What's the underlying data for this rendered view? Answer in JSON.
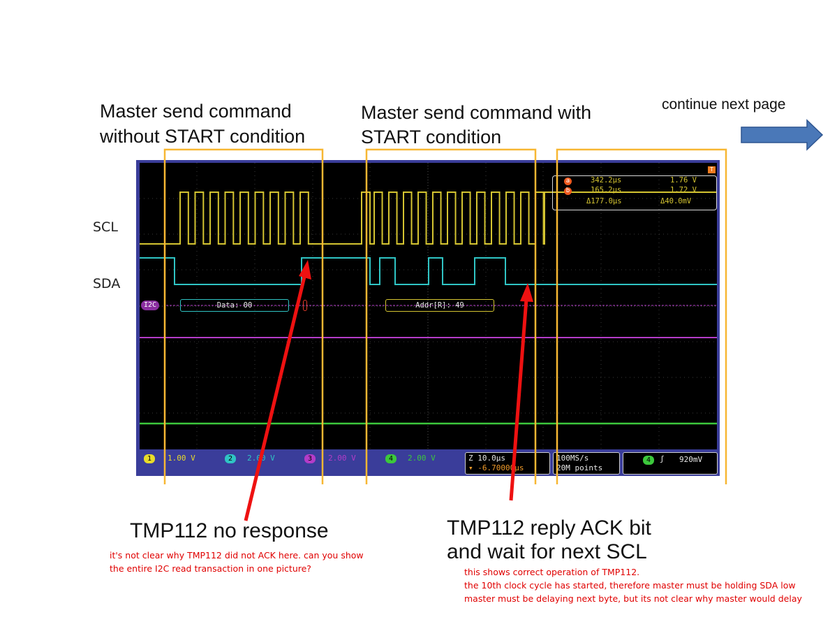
{
  "headings": {
    "left_line1": "Master send command",
    "left_line2": "without START condition",
    "mid_line1": "Master send command with",
    "mid_line2": "START condition",
    "right": "continue next page"
  },
  "signal_labels": {
    "scl": "SCL",
    "sda": "SDA"
  },
  "scope": {
    "cursor_a_time": "342.2µs",
    "cursor_a_volt": "1.76 V",
    "cursor_b_time": "165.2µs",
    "cursor_b_volt": "1.72 V",
    "delta_time": "Δ177.0µs",
    "delta_volt": "Δ40.0mV",
    "bus_label": "I2C",
    "decode_1": "Data: 00",
    "decode_2": "Addr[R]: 49",
    "ch1": "1.00 V",
    "ch2": "2.00 V",
    "ch3": "2.00 V",
    "ch4": "2.00 V",
    "timebase": "Z 10.0µs",
    "trigger_pos": "▾ -6.70000µs",
    "rate": "100MS/s",
    "points": "20M points",
    "trig_level": "920mV",
    "badge_a": "a",
    "badge_b": "b",
    "ch1_num": "1",
    "ch2_num": "2",
    "ch3_num": "3",
    "ch4_num": "4",
    "trig_ch": "4",
    "trig_marker": "T"
  },
  "annotations": {
    "left_title": "TMP112 no response",
    "left_red_1": "it's not clear why TMP112 did not ACK here. can you show",
    "left_red_2": "the entire I2C read transaction in one picture?",
    "right_title_1": "TMP112 reply ACK bit",
    "right_title_2": "and wait for next SCL",
    "right_red_1": "this shows correct operation of TMP112.",
    "right_red_2": "the 10th clock cycle has started, therefore master must be holding SDA low",
    "right_red_3": "master must be delaying next byte, but its not clear why master would delay"
  },
  "colors": {
    "scl": "#d4c431",
    "sda": "#2fc4c4",
    "bus": "#b43cc8",
    "ch4": "#3cc83c",
    "highlight": "#f7b733",
    "arrow": "#ee1111",
    "note": "#e00000",
    "next_arrow": "#4a78b8"
  }
}
